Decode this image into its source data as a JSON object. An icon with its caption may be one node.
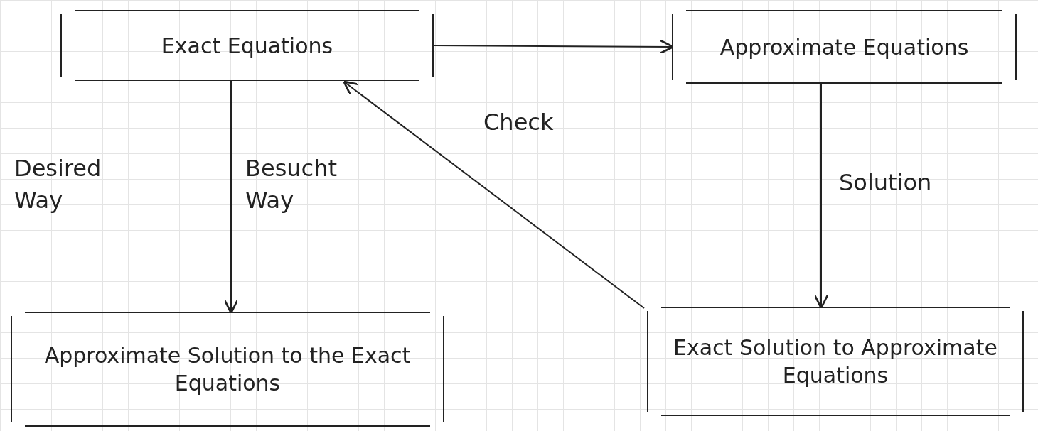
{
  "diagram": {
    "nodes": [
      {
        "text": [
          "Exact Equations"
        ]
      },
      {
        "text": [
          "Approximate Equations"
        ]
      },
      {
        "text": [
          "Approximate Solution to the Exact Equations"
        ]
      },
      {
        "text": [
          "Exact Solution to Approximate Equations"
        ]
      }
    ],
    "edges": [
      {
        "from": 0,
        "to": 1,
        "arrow": "to"
      },
      {
        "from": 0,
        "to": 2,
        "arrow": "to",
        "label": "Besucht Way"
      },
      {
        "from": 1,
        "to": 3,
        "arrow": "to",
        "label": "Solution"
      },
      {
        "from": 3,
        "to": 0,
        "arrow": "to",
        "label": "Check"
      }
    ],
    "labels": [
      "Desired Way"
    ]
  }
}
